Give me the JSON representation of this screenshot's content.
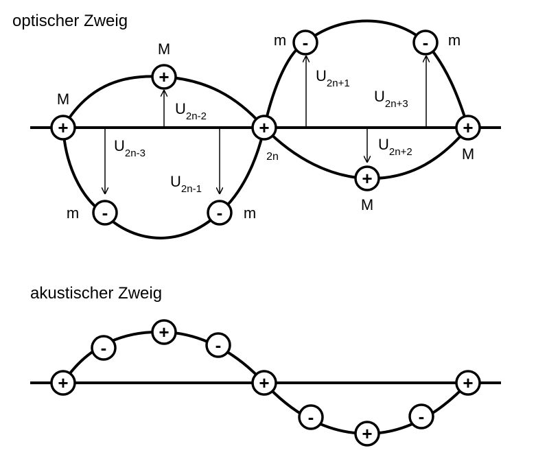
{
  "optical": {
    "title": "optischer Zweig",
    "ions": [
      {
        "charge": "+",
        "label": "M"
      },
      {
        "charge": "+",
        "label": "M"
      },
      {
        "charge": "-",
        "label": "m"
      },
      {
        "charge": "-",
        "label": "m"
      },
      {
        "charge": "+",
        "label": "2n"
      },
      {
        "charge": "-",
        "label": "m"
      },
      {
        "charge": "-",
        "label": "m"
      },
      {
        "charge": "+",
        "label": "M"
      },
      {
        "charge": "+",
        "label": "M"
      }
    ],
    "displacements": [
      {
        "symbol": "U",
        "sub": "2n-3"
      },
      {
        "symbol": "U",
        "sub": "2n-2"
      },
      {
        "symbol": "U",
        "sub": "2n-1"
      },
      {
        "symbol": "U",
        "sub": "2n+1"
      },
      {
        "symbol": "U",
        "sub": "2n+2"
      },
      {
        "symbol": "U",
        "sub": "2n+3"
      }
    ]
  },
  "acoustic": {
    "title": "akustischer Zweig",
    "ions": [
      "+",
      "-",
      "+",
      "-",
      "+",
      "-",
      "+",
      "-",
      "+"
    ]
  }
}
